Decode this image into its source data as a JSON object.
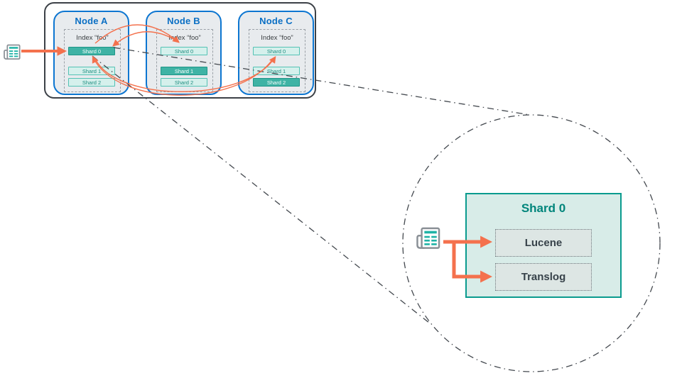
{
  "cluster": {
    "nodes": [
      {
        "name": "Node A",
        "index_label": "Index “foo”",
        "shards": [
          {
            "label": "Shard 0",
            "role": "primary"
          },
          {
            "label": "Shard 1",
            "role": "replica"
          },
          {
            "label": "Shard 2",
            "role": "replica"
          }
        ]
      },
      {
        "name": "Node B",
        "index_label": "Index “foo”",
        "shards": [
          {
            "label": "Shard 0",
            "role": "replica"
          },
          {
            "label": "Shard 1",
            "role": "primary"
          },
          {
            "label": "Shard 2",
            "role": "replica"
          }
        ]
      },
      {
        "name": "Node C",
        "index_label": "Index “foo”",
        "shards": [
          {
            "label": "Shard 0",
            "role": "replica"
          },
          {
            "label": "Shard 1",
            "role": "replica"
          },
          {
            "label": "Shard 2",
            "role": "primary"
          }
        ]
      }
    ]
  },
  "zoom_detail": {
    "title": "Shard 0",
    "components": [
      {
        "label": "Lucene"
      },
      {
        "label": "Translog"
      }
    ]
  },
  "icons": {
    "ingest_document": "newspaper-icon",
    "detail_document": "newspaper-icon"
  },
  "colors": {
    "accent_orange": "#F4714D",
    "node_border_blue": "#0D76D1",
    "node_title_blue": "#0A6FC4",
    "primary_shard_teal": "#3FB3A5",
    "replica_shard_fill": "#D5F0EC",
    "replica_shard_text": "#1C8C7F",
    "detail_box_fill": "#D8ECE8",
    "detail_border_teal": "#0A9B8E",
    "detail_title_teal": "#00857B",
    "callout_line_gray": "#44494F",
    "icon_teal": "#1FB3A6"
  }
}
